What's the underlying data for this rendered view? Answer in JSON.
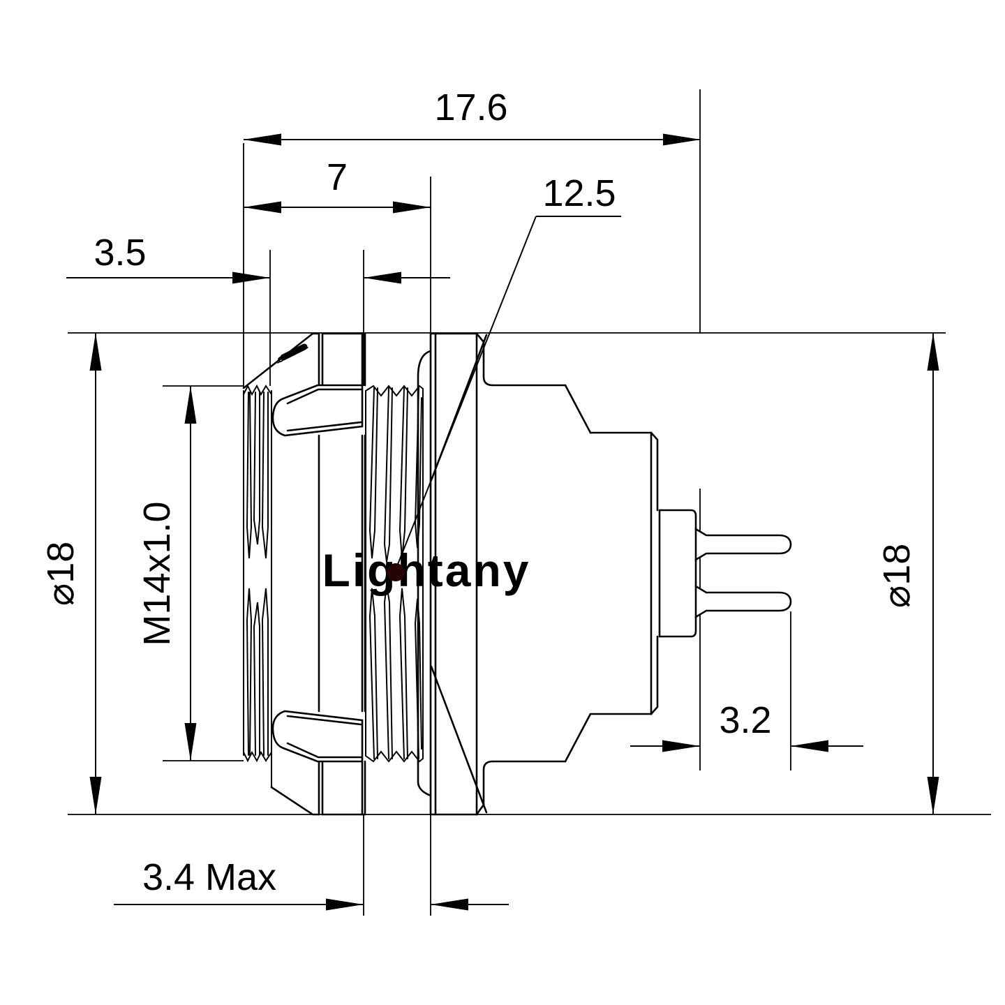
{
  "drawing": {
    "dimensions": {
      "overall_length": "17.6",
      "front_length": "7",
      "nut_thickness": "3.5",
      "thread_callout_diameter": "12.5",
      "thread_spec": "M14x1.0",
      "diameter_left": "⌀18",
      "diameter_right": "⌀18",
      "pin_protrusion": "3.2",
      "panel_max": "3.4 Max"
    },
    "watermark": "Lightany",
    "colors": {
      "line": "#000000",
      "background": "#ffffff",
      "watermark": "#f5cfcf",
      "leader_dot": "#260404"
    }
  }
}
